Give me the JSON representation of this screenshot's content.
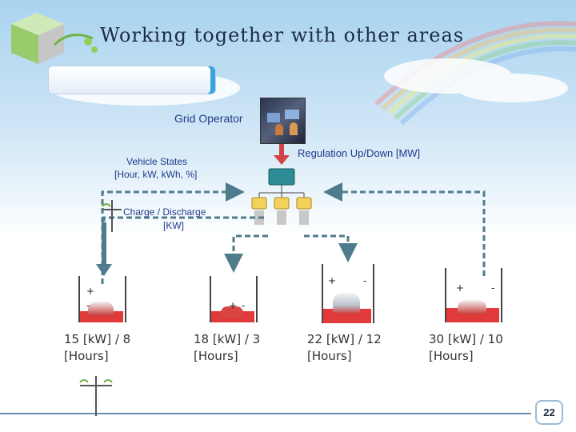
{
  "title": "Working together with other areas",
  "labels": {
    "grid_operator": "Grid Operator",
    "regulation": "Regulation Up/Down [MW]",
    "vehicle_states_line1": "Vehicle States",
    "vehicle_states_line2": "[Hour, kW, kWh, %]",
    "charge_line1": "Charge / Discharge",
    "charge_line2": "[KW]"
  },
  "vehicles": [
    {
      "line1": "15 [kW] / 8",
      "line2": "[Hours]",
      "plus": "+",
      "minus": "-"
    },
    {
      "line1": "18 [kW] / 3",
      "line2": "[Hours]",
      "plus": "+",
      "minus": "-"
    },
    {
      "line1": "22 [kW] / 12",
      "line2": "[Hours]",
      "plus": "+",
      "minus": "-"
    },
    {
      "line1": "30 [kW] / 10",
      "line2": "[Hours]",
      "plus": "+",
      "minus": "-"
    }
  ],
  "page_number": "22",
  "colors": {
    "arrow": "#4f7c8c",
    "accent_arrow": "#d24343",
    "battery": "#e03a3a",
    "hub": "#2e8c96"
  }
}
